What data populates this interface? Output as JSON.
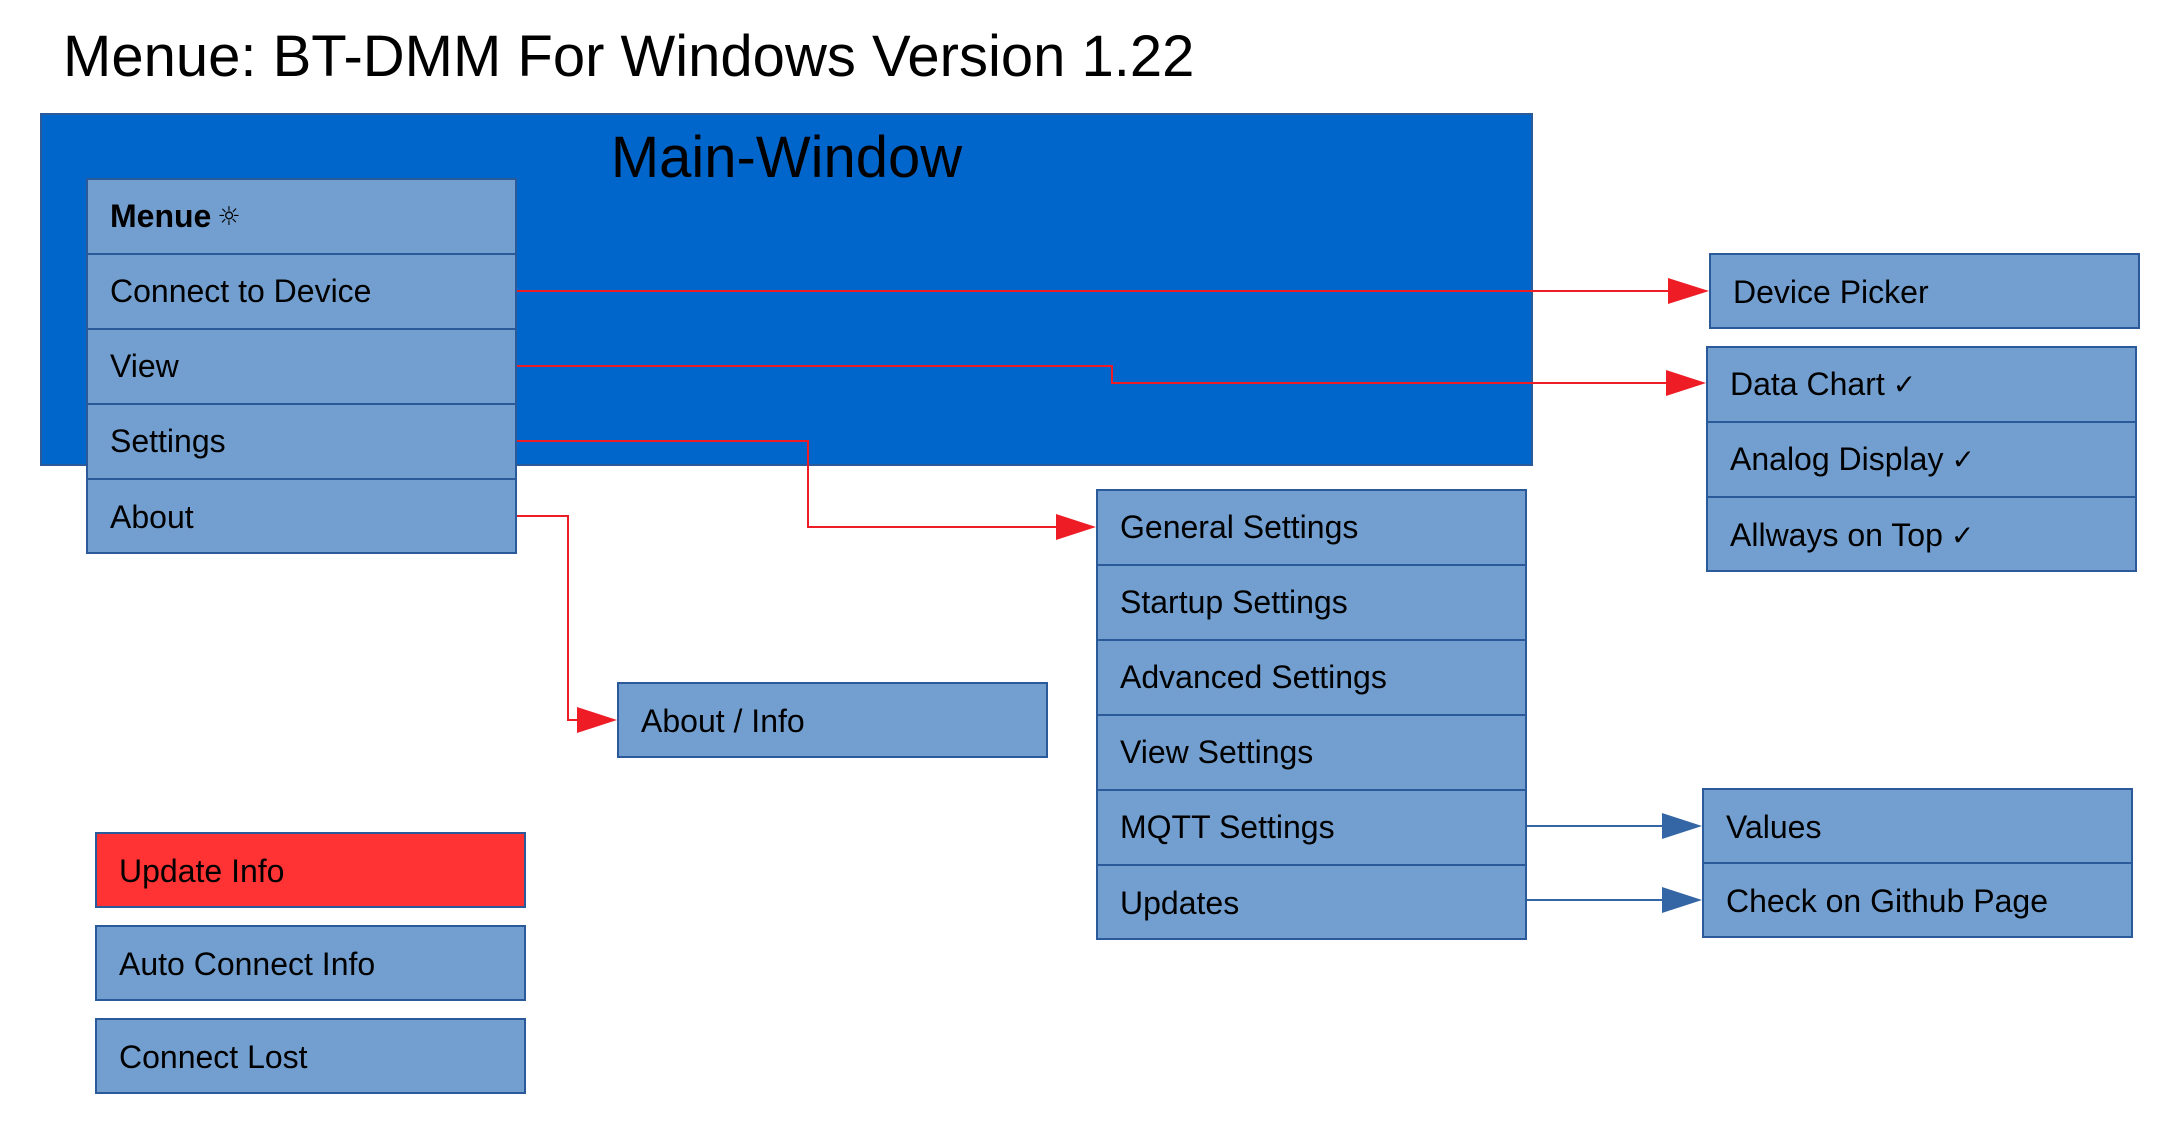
{
  "title": "Menue: BT-DMM For Windows Version 1.22",
  "main_window": {
    "title": "Main-Window"
  },
  "menu": {
    "header": "Menue",
    "header_icon": "sun-icon",
    "header_symbol": "☼",
    "items": [
      "Connect to Device",
      "View",
      "Settings",
      "About"
    ]
  },
  "device_picker": {
    "label": "Device Picker"
  },
  "view_menu": {
    "items": [
      {
        "label": "Data Chart",
        "check": "✓"
      },
      {
        "label": "Analog Display",
        "check": "✓"
      },
      {
        "label": "Allways on Top",
        "check": "✓"
      }
    ]
  },
  "settings_menu": {
    "items": [
      "General Settings",
      "Startup Settings",
      "Advanced Settings",
      "View Settings",
      "MQTT Settings",
      "Updates"
    ]
  },
  "about_menu": {
    "label": "About / Info"
  },
  "mqtt_menu": {
    "label": "Values"
  },
  "updates_menu": {
    "label": "Check on Github Page"
  },
  "dialogs": [
    "Update Info",
    "Auto Connect Info",
    "Connect Lost"
  ],
  "colors": {
    "main_window": "#0066cc",
    "box_fill": "#729fcf",
    "box_border": "#2a5a9a",
    "alert_fill": "#ff3333",
    "red_connector": "#ee1c25",
    "blue_connector": "#3465a4"
  }
}
